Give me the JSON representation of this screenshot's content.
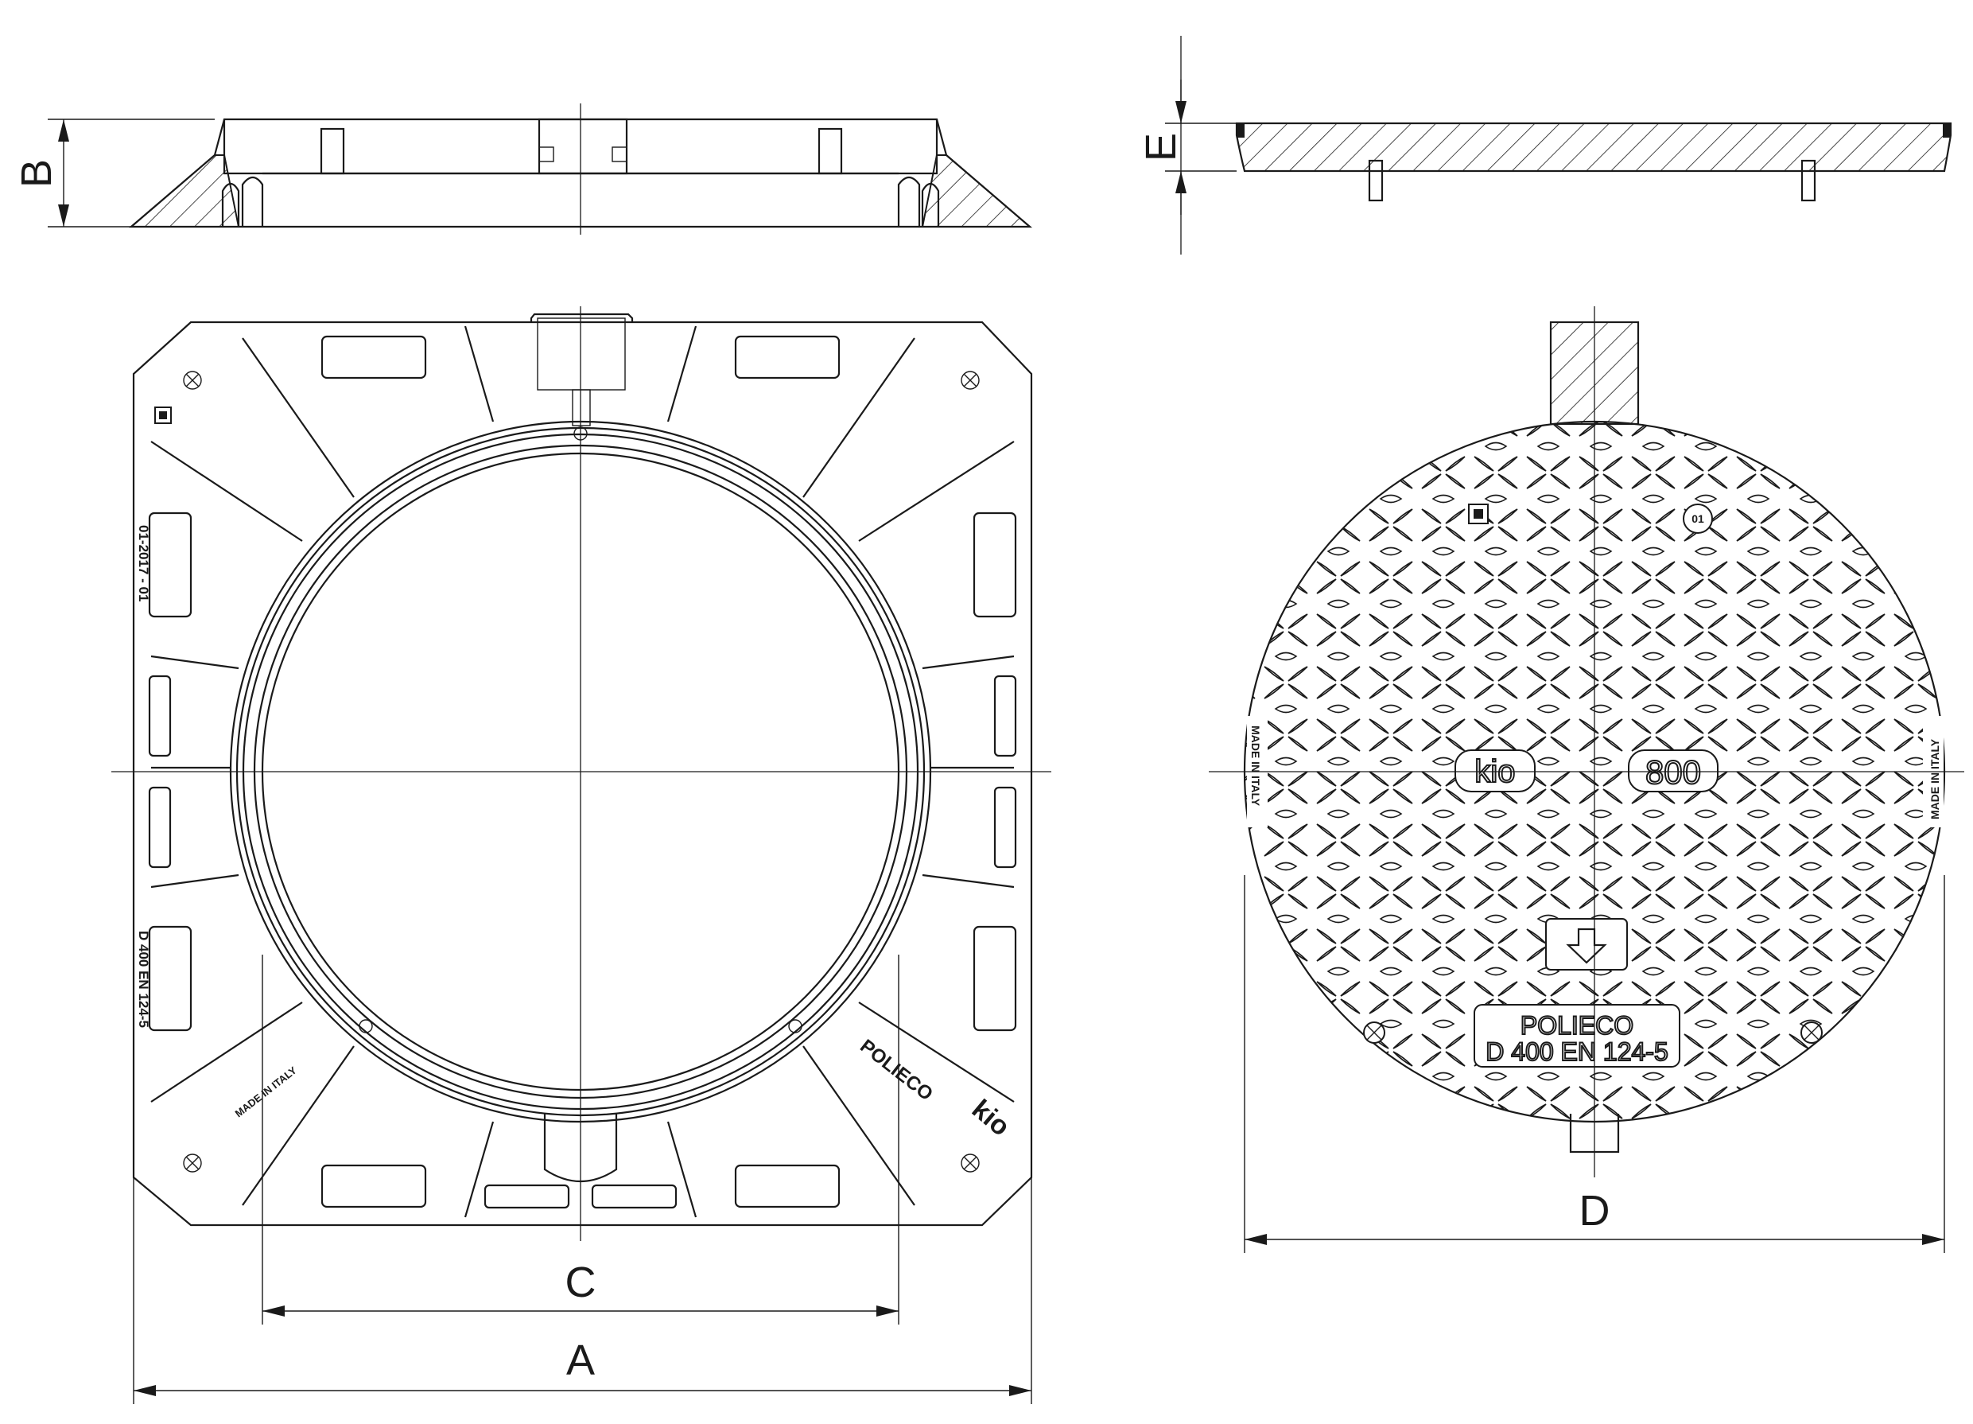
{
  "dimension_labels": {
    "a": "A",
    "b": "B",
    "c": "C",
    "d": "D",
    "e": "E"
  },
  "frame_markings": {
    "date_code": "01-2017 - 01",
    "load_class": "D 400  EN 124-5",
    "origin": "MADE IN ITALY",
    "brand": "POLIECO",
    "logo": "kio"
  },
  "cover_markings": {
    "size": "800",
    "logo": "kio",
    "brand": "POLIECO",
    "load_class": "D 400 EN 124-5",
    "origin": "MADE IN ITALY",
    "date_badge": "01"
  },
  "colors": {
    "line": "#1a1a1a",
    "background": "#ffffff"
  }
}
